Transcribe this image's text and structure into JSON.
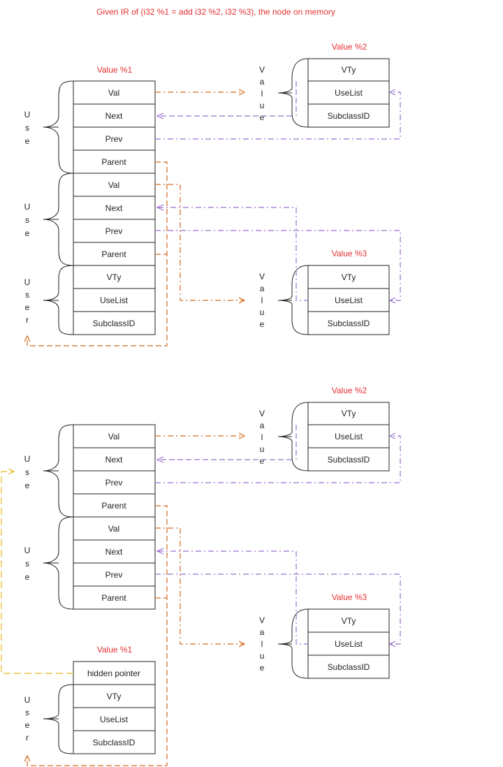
{
  "title": "Given IR of (i32 %1 = add i32 %2, i32 %3), the node on memory",
  "colors": {
    "label_red": "#e53030",
    "orange_arrow": "#d2691e",
    "purple_arrow": "#9b6fd0",
    "yellow_arrow": "#e8b923"
  },
  "diagram1": {
    "value1_label": "Value %1",
    "value2_label": "Value %2",
    "value3_label": "Value %3",
    "use1": [
      "Val",
      "Next",
      "Prev",
      "Parent"
    ],
    "use2": [
      "Val",
      "Next",
      "Prev",
      "Parent"
    ],
    "user": [
      "VTy",
      "UseList",
      "SubclassID"
    ],
    "value2": [
      "VTy",
      "UseList",
      "SubclassID"
    ],
    "value3": [
      "VTy",
      "UseList",
      "SubclassID"
    ],
    "use_word": "Use",
    "user_word": "User",
    "value_word": "Value"
  },
  "diagram2": {
    "value1_label": "Value %1",
    "value2_label": "Value %2",
    "value3_label": "Value %3",
    "use1": [
      "Val",
      "Next",
      "Prev",
      "Parent"
    ],
    "use2": [
      "Val",
      "Next",
      "Prev",
      "Parent"
    ],
    "hidden": "hidden pointer",
    "user": [
      "VTy",
      "UseList",
      "SubclassID"
    ],
    "value2": [
      "VTy",
      "UseList",
      "SubclassID"
    ],
    "value3": [
      "VTy",
      "UseList",
      "SubclassID"
    ],
    "use_word": "Use",
    "user_word": "User",
    "value_word": "Value"
  }
}
